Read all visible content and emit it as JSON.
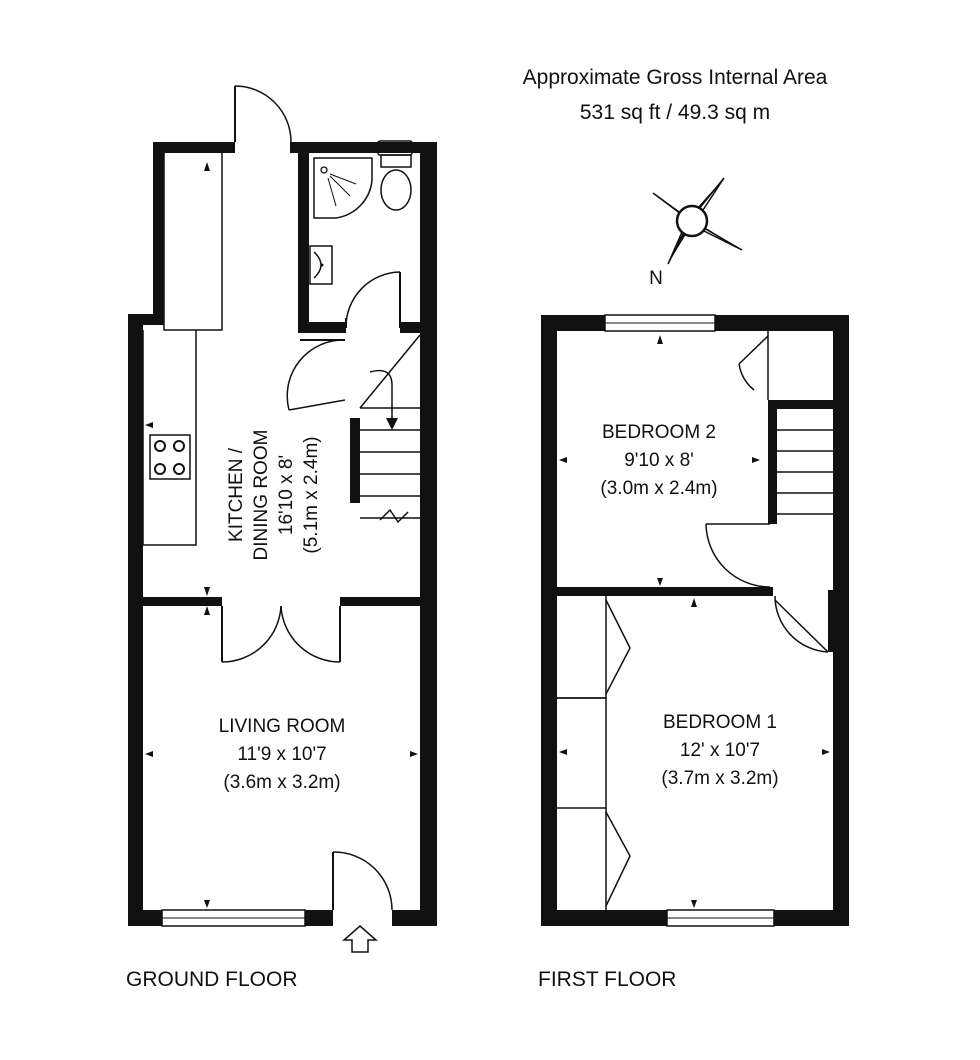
{
  "header": {
    "area_title": "Approximate Gross Internal Area",
    "area_value": "531 sq ft / 49.3 sq m"
  },
  "compass": {
    "north_label": "N"
  },
  "ground_floor": {
    "label": "GROUND FLOOR",
    "kitchen": {
      "name_line1": "KITCHEN /",
      "name_line2": "DINING ROOM",
      "imperial": "16'10 x 8'",
      "metric": "(5.1m x 2.4m)"
    },
    "living": {
      "name": "LIVING ROOM",
      "imperial": "11'9 x 10'7",
      "metric": "(3.6m x 3.2m)"
    }
  },
  "first_floor": {
    "label": "FIRST FLOOR",
    "bedroom2": {
      "name": "BEDROOM 2",
      "imperial": "9'10 x 8'",
      "metric": "(3.0m x 2.4m)"
    },
    "bedroom1": {
      "name": "BEDROOM 1",
      "imperial": "12' x 10'7",
      "metric": "(3.7m x 3.2m)"
    }
  }
}
